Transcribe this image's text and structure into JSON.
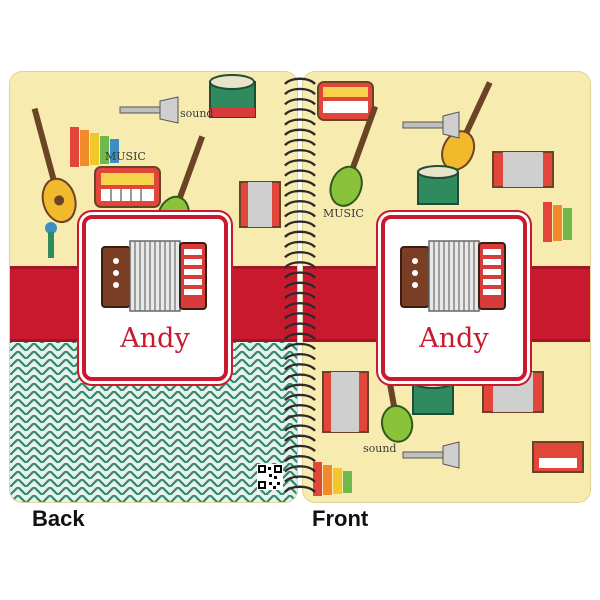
{
  "back": {
    "label": "Back",
    "name": "Andy"
  },
  "front": {
    "label": "Front",
    "name": "Andy"
  },
  "pattern_words": [
    "MUSIC",
    "sound",
    "music"
  ],
  "colors": {
    "red": "#c9192f",
    "cream": "#f7ebb0",
    "herringbone": "#2e8a6a"
  }
}
